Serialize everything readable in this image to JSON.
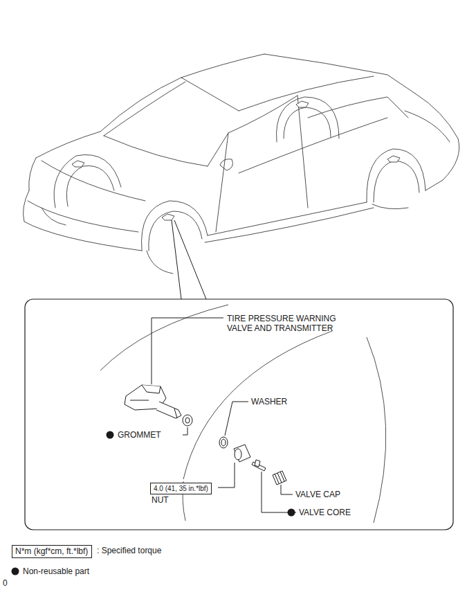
{
  "diagram": {
    "nodes": [
      {
        "text": [
          "4.0 (41, 35 in.*lbf)"
        ]
      },
      {
        "text": [
          "N*m (kgf*cm, ft.*lbf)"
        ]
      }
    ],
    "labels": [
      "TIRE PRESSURE WARNING VALVE AND TRANSMITTER",
      "GROMMET",
      "WASHER",
      "NUT",
      "VALVE CAP",
      "VALVE CORE",
      "0"
    ],
    "legend": [
      {
        "text": ": Specified torque"
      },
      {
        "text": "Non-reusable part"
      }
    ]
  }
}
